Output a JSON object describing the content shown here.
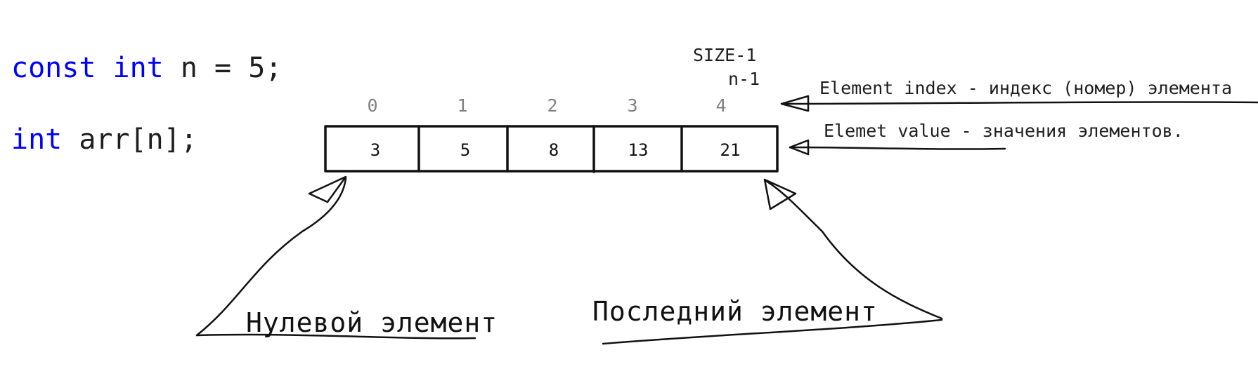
{
  "code": {
    "line1": {
      "keyword1": "const",
      "keyword2": "int",
      "rest": "n = 5;"
    },
    "line2": {
      "keyword": "int",
      "rest": "arr[n];"
    }
  },
  "array": {
    "indices": [
      "0",
      "1",
      "2",
      "3",
      "4"
    ],
    "values": [
      "3",
      "5",
      "8",
      "13",
      "21"
    ]
  },
  "labels": {
    "size_minus_one": "SIZE-1",
    "n_minus_one": "n-1",
    "element_index": "Element index - индекс (номер) элемента",
    "element_value": "Elemet value - значения элементов.",
    "zero_element": "Нулевой элемент",
    "last_element": "Последний элемент"
  },
  "colors": {
    "keyword": "#0000ff",
    "index": "#808080",
    "ink": "#111111"
  }
}
